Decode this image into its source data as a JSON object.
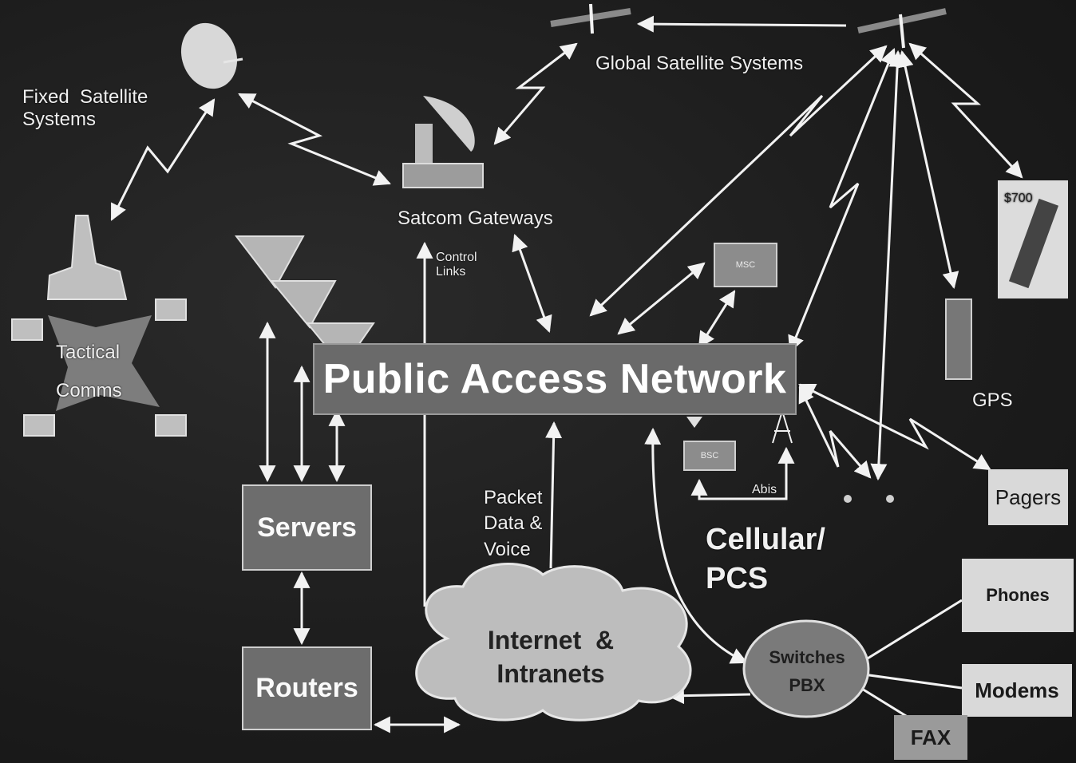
{
  "labels": {
    "fixed_satellite": "Fixed  Satellite\nSystems",
    "global_satellite": "Global Satellite Systems",
    "satcom_gateways": "Satcom Gateways",
    "control_links": "Control\nLinks",
    "tactical_comms": "Tactical\nComms",
    "public_access_network": "Public Access Network",
    "servers": "Servers",
    "routers": "Routers",
    "packet_data_voice": "Packet\nData &\nVoice",
    "internet_intranets": "Internet  &\nIntranets",
    "cellular_pcs": "Cellular/\nPCS",
    "abis": "Abis",
    "bsc": "BSC",
    "msc": "MSC",
    "gps": "GPS",
    "pagers": "Pagers",
    "phones": "Phones",
    "modems": "Modems",
    "fax": "FAX",
    "switches_pbx": "Switches\nPBX",
    "price_tag": "$700"
  },
  "colors": {
    "background": "#1c1c1c",
    "network_bar": "#6a6a6a",
    "gray_box": "#6d6d6d",
    "light_box": "#d9d9d9",
    "line": "#f2f2f2"
  },
  "icons": [
    "satellite-dish-icon",
    "satellite-icon",
    "ground-station-icon",
    "ship-icon",
    "mobile-phone-icon",
    "cell-tower-icon",
    "server-stack-icon"
  ]
}
